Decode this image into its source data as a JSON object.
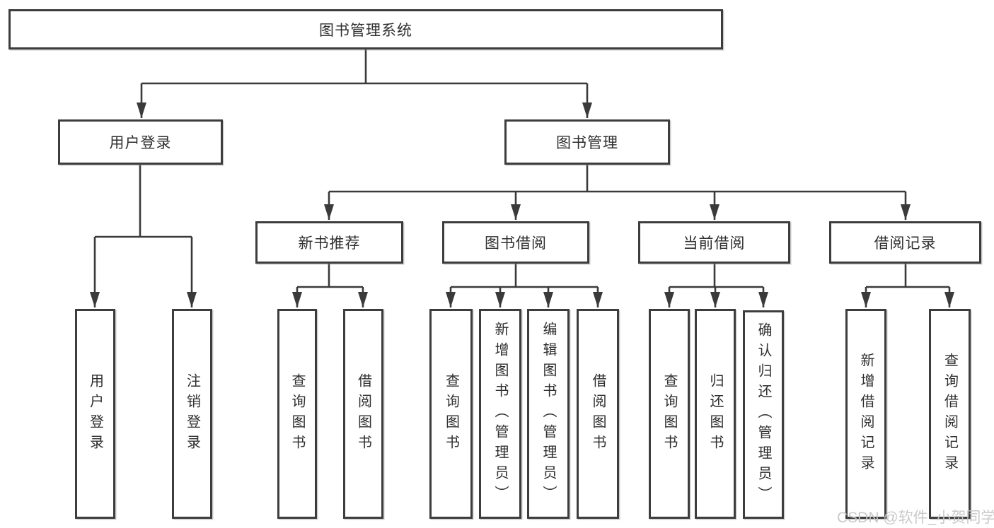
{
  "diagram": {
    "root": {
      "label": "图书管理系统"
    },
    "level2": [
      {
        "label": "用户登录"
      },
      {
        "label": "图书管理"
      }
    ],
    "level3": [
      {
        "label": "新书推荐"
      },
      {
        "label": "图书借阅"
      },
      {
        "label": "当前借阅"
      },
      {
        "label": "借阅记录"
      }
    ],
    "leaves": {
      "user": [
        "用户登录",
        "注销登录"
      ],
      "recommend": [
        "查询图书",
        "借阅图书"
      ],
      "borrow": [
        "查询图书",
        "新增图书（管理员）",
        "编辑图书（管理员）",
        "借阅图书"
      ],
      "current": [
        "查询图书",
        "归还图书",
        "确认归还（管理员）"
      ],
      "records": [
        "新增借阅记录",
        "查询借阅记录"
      ]
    }
  },
  "watermark": {
    "text": "CSDN @软件_小贺同学"
  },
  "colors": {
    "line": "#3a3a3a",
    "box_border": "#3d3d3d",
    "text": "#2f2f2f",
    "background": "#ffffff",
    "watermark": "#c6c6c6"
  }
}
